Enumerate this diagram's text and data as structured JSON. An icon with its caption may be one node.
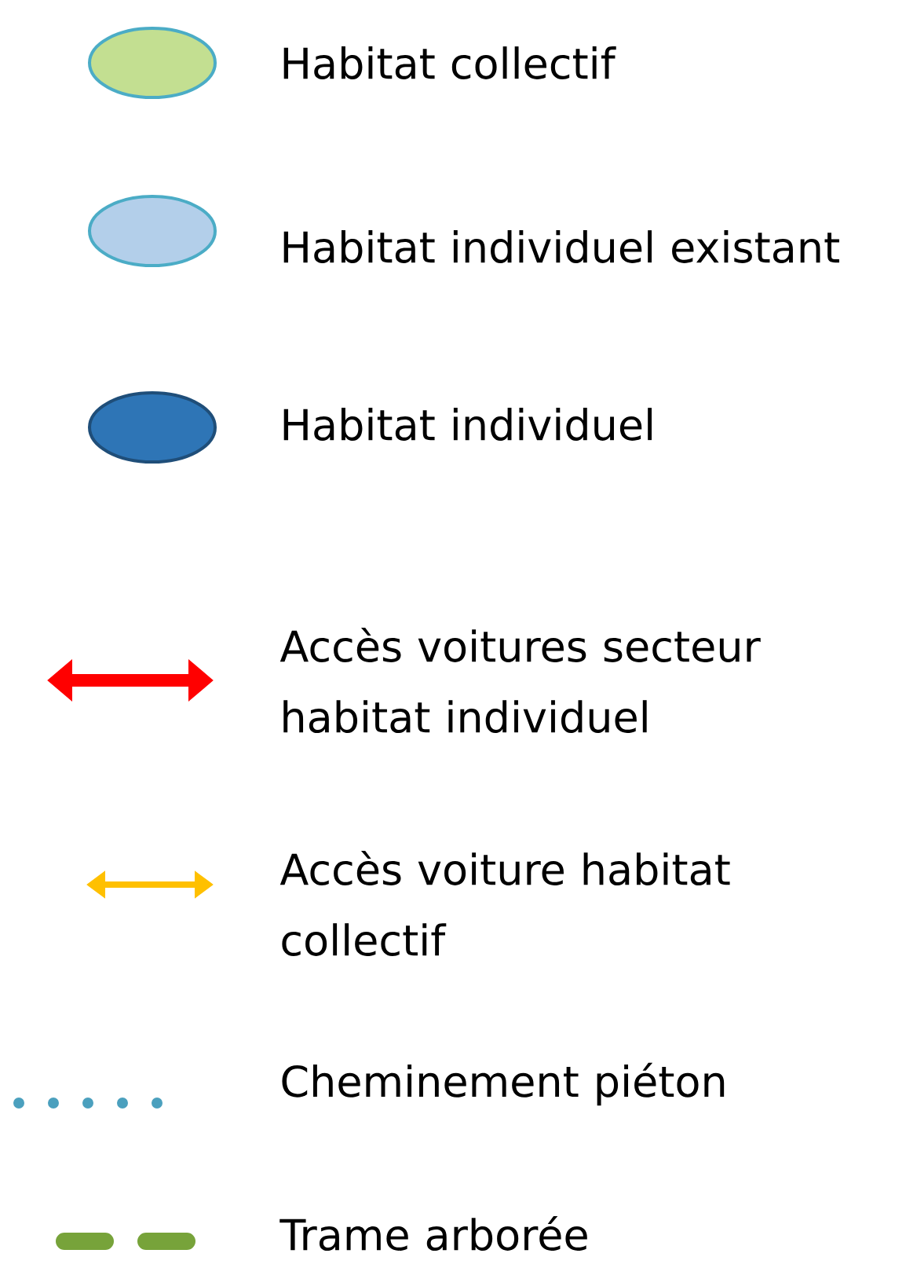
{
  "diagram": {
    "legend": [
      {
        "text": "Habitat collectif",
        "color": "#c3df91"
      },
      {
        "text": "Habitat individuel existant",
        "color": "#b3cfea"
      },
      {
        "text": "Habitat individuel",
        "color": "#2e75b6"
      },
      {
        "text": "Accès voitures secteur habitat individuel"
      },
      {
        "text": "Accès voiture habitat collectif"
      },
      {
        "text": "Cheminement piéton"
      },
      {
        "text": "Trame arborée"
      }
    ]
  }
}
